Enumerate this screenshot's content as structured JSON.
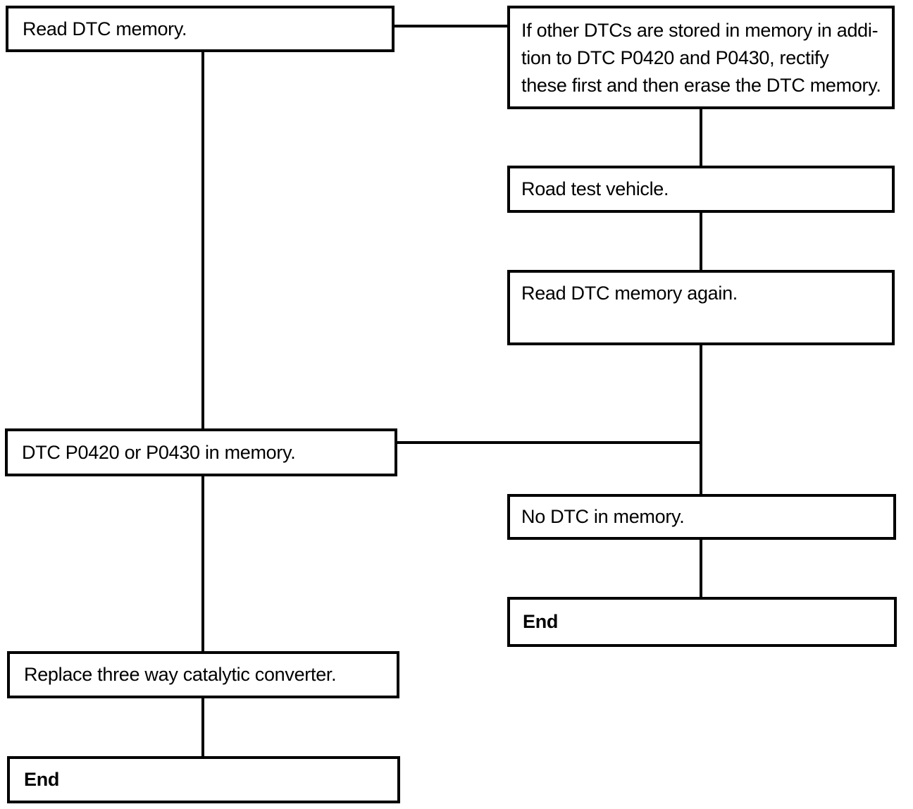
{
  "nodes": {
    "read_dtc": {
      "label": "Read DTC memory."
    },
    "other_dtcs_note": {
      "label": "If other DTCs are stored in memory in addi-\ntion to DTC P0420 and P0430, rectify\nthese first and then erase the DTC memory."
    },
    "road_test": {
      "label": "Road test vehicle."
    },
    "read_again": {
      "label": "Read DTC memory again."
    },
    "dtc_in_memory": {
      "label": "DTC P0420 or P0430 in memory."
    },
    "no_dtc": {
      "label": "No DTC in memory."
    },
    "end_right": {
      "label": "End"
    },
    "replace_catalytic": {
      "label": "Replace three way catalytic converter."
    },
    "end_left": {
      "label": "End"
    }
  },
  "edges": [
    {
      "from": "read_dtc",
      "to": "other_dtcs_note"
    },
    {
      "from": "other_dtcs_note",
      "to": "road_test"
    },
    {
      "from": "road_test",
      "to": "read_again"
    },
    {
      "from": "read_again",
      "to": "dtc_in_memory"
    },
    {
      "from": "read_again",
      "to": "no_dtc"
    },
    {
      "from": "no_dtc",
      "to": "end_right"
    },
    {
      "from": "read_dtc",
      "to": "dtc_in_memory"
    },
    {
      "from": "dtc_in_memory",
      "to": "replace_catalytic"
    },
    {
      "from": "replace_catalytic",
      "to": "end_left"
    }
  ],
  "colors": {
    "line": "#000000",
    "text": "#000000",
    "box_background": "#ffffff",
    "page_background": "#ffffff"
  }
}
